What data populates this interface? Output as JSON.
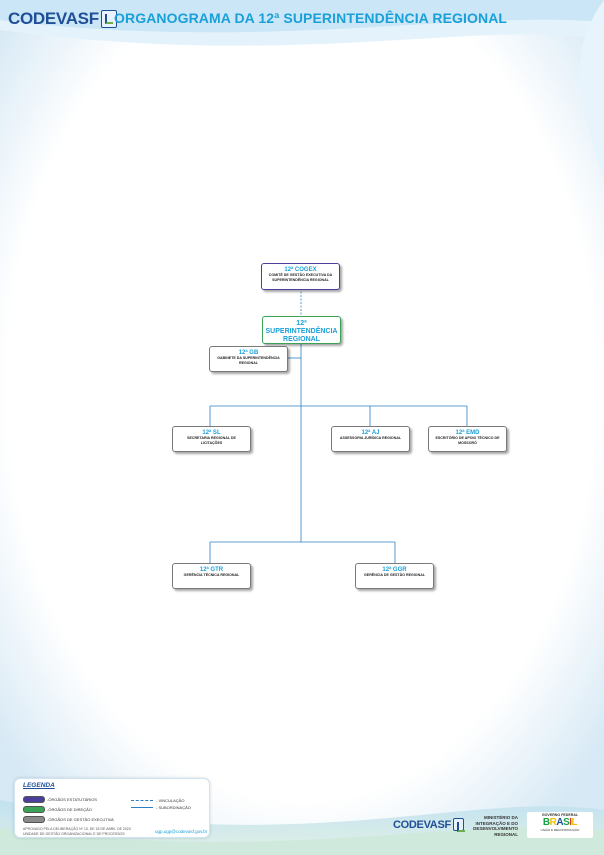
{
  "header": {
    "logo_text": "CODEVASF",
    "title": "ORGANOGRAMA DA 12ª SUPERINTENDÊNCIA REGIONAL"
  },
  "colors": {
    "accent": "#1aa0d8",
    "brand_blue": "#1f4f96",
    "statutory": "#4b3f9c",
    "direction": "#3aa356",
    "executive": "#8a8a8a"
  },
  "org": {
    "cogex": {
      "code": "12ª COGEX",
      "name": "COMITÊ DE GESTÃO EXECUTIVA DA SUPERINTENDÊNCIA REGIONAL"
    },
    "sup": {
      "code": "12ª SUPERINTENDÊNCIA REGIONAL"
    },
    "gb": {
      "code": "12ª GB",
      "name": "GABINETE DA SUPERINTENDÊNCIA REGIONAL"
    },
    "sl": {
      "code": "12ª SL",
      "name": "SECRETARIA REGIONAL DE LICITAÇÕES"
    },
    "aj": {
      "code": "12ª AJ",
      "name": "ASSESSORIA JURÍDICA REGIONAL"
    },
    "emd": {
      "code": "12ª EMD",
      "name": "ESCRITÓRIO DE APOIO TÉCNICO DE MOSSORÓ"
    },
    "gtr": {
      "code": "12ª GTR",
      "name": "GERÊNCIA TÉCNICA REGIONAL"
    },
    "ggr": {
      "code": "12ª GGR",
      "name": "GERÊNCIA DE GESTÃO REGIONAL"
    }
  },
  "legend": {
    "title": "LEGENDA",
    "statutory": "-ÓRGÃOS ESTATUTÁRIOS",
    "direction": "-ÓRGÃOS DE DIREÇÃO",
    "executive": "-ÓRGÃOS DE GESTÃO EXECUTIVA",
    "link": "- VINCULAÇÃO",
    "subordination": "- SUBORDINAÇÃO",
    "approval_line1": "APROVADO PELA DELIBERAÇÃO Nº 15, DE 18 DE ABRIL DE 2023",
    "approval_line2": "UNIDADE DE GESTÃO ORGANIZACIONAL E DE PROCESSOS",
    "email": "ugp.ugp@codevasf.gov.br"
  },
  "footer": {
    "logo_text": "CODEVASF",
    "ministry": "MINISTÉRIO DA INTEGRAÇÃO E DO DESENVOLVIMENTO REGIONAL",
    "gov_title": "GOVERNO FEDERAL",
    "gov_word": "BRASIL",
    "gov_sub": "UNIÃO E RECONSTRUÇÃO"
  }
}
